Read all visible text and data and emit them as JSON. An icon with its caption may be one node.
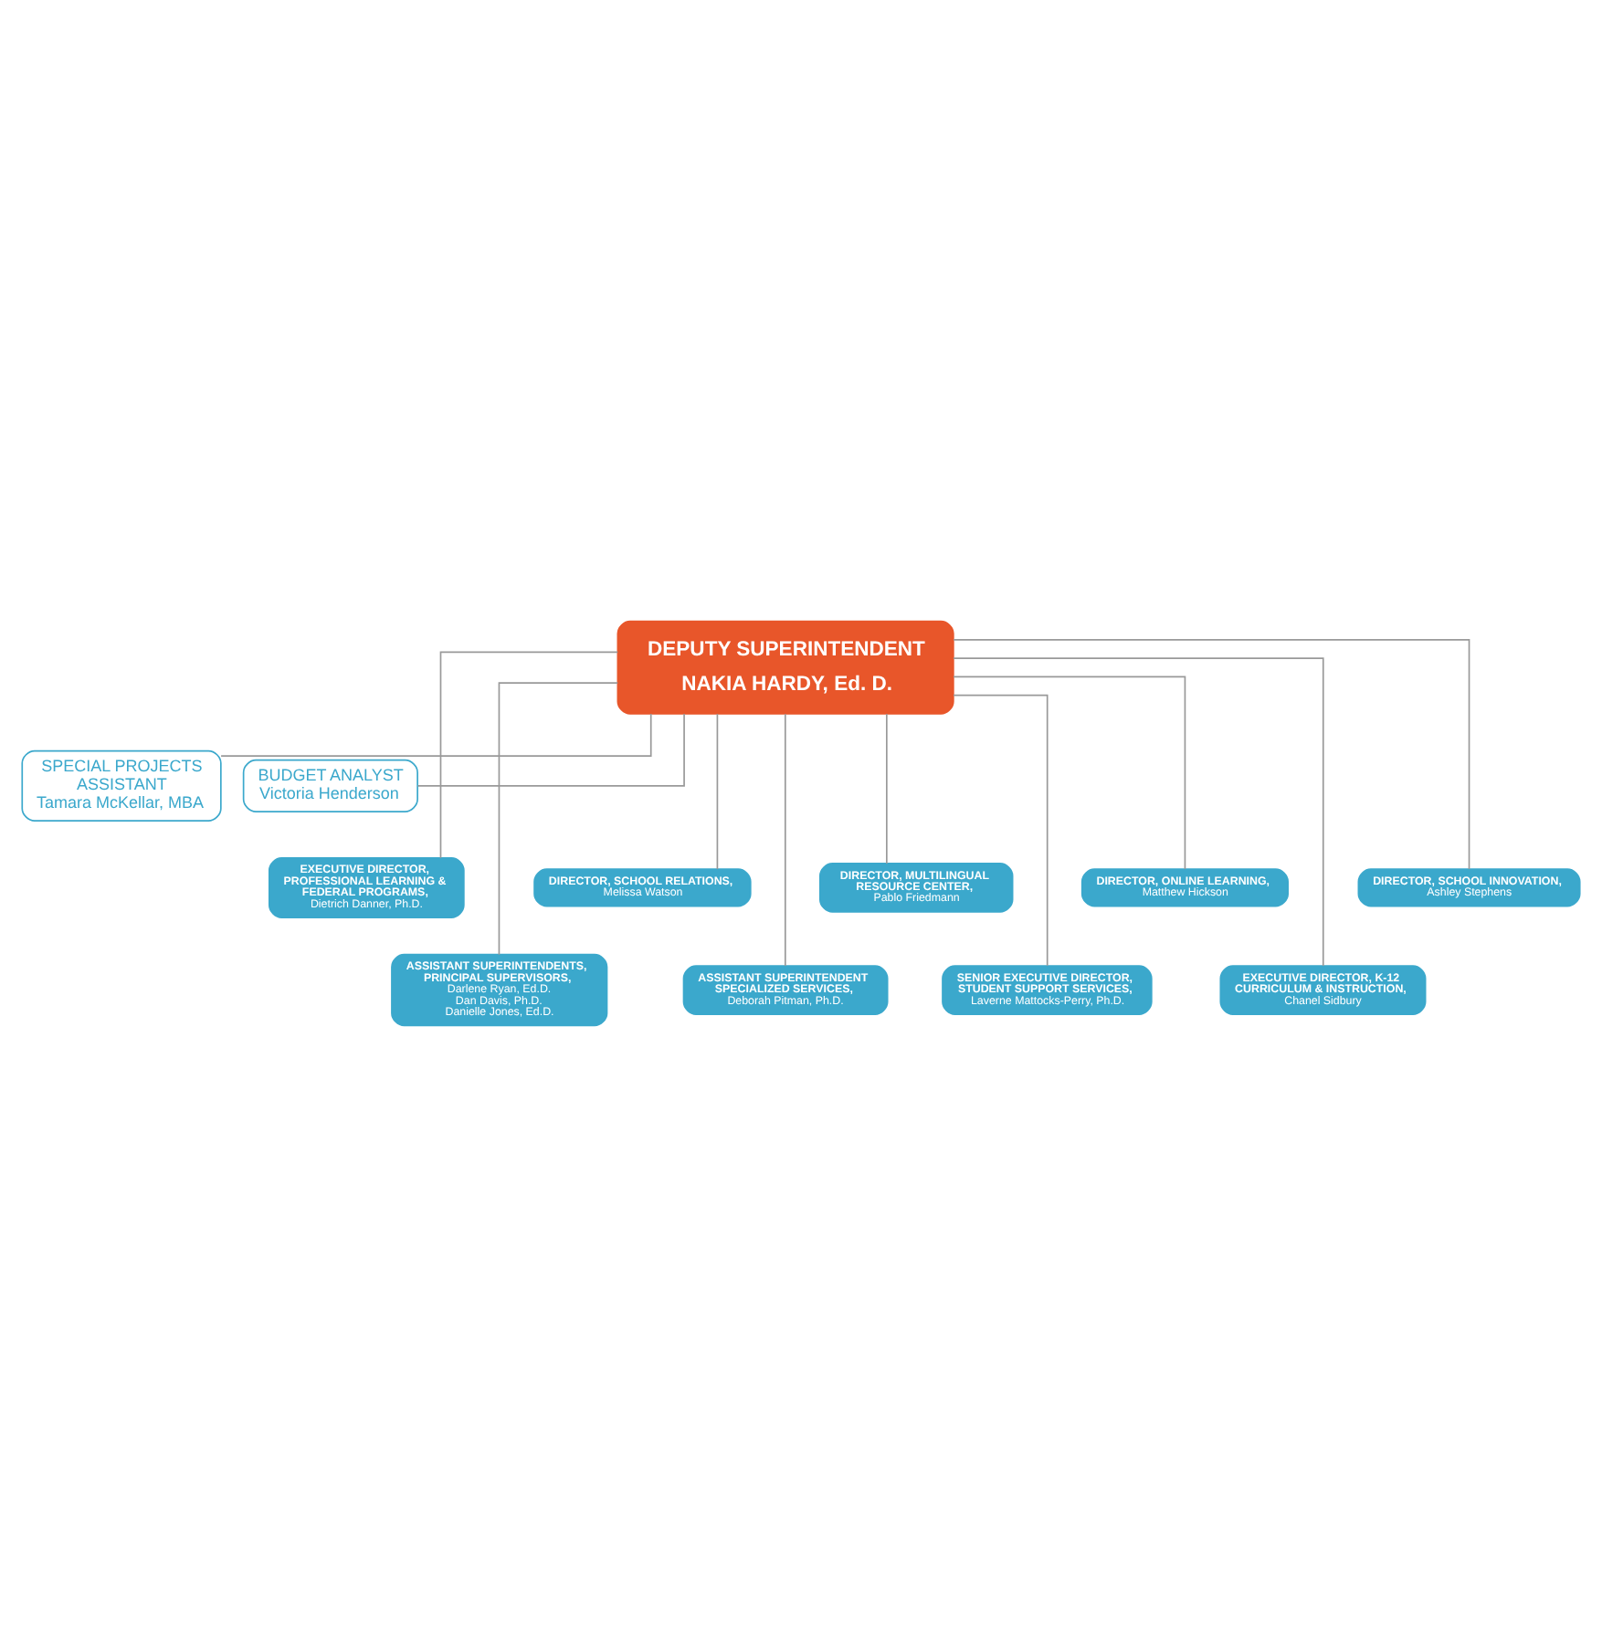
{
  "diagram": {
    "nodes": [
      {
        "text": [
          "DEPUTY SUPERINTENDENT",
          "NAKIA HARDY, Ed. D."
        ]
      },
      {
        "text": [
          "SPECIAL PROJECTS ASSISTANT",
          "Tamara McKellar, MBA"
        ]
      },
      {
        "text": [
          "BUDGET ANALYST",
          "Victoria Henderson"
        ]
      },
      {
        "text": [
          "EXECUTIVE DIRECTOR, PROFESSIONAL LEARNING & FEDERAL PROGRAMS,",
          "Dietrich Danner, Ph.D."
        ]
      },
      {
        "text": [
          "ASSISTANT SUPERINTENDENTS, PRINCIPAL SUPERVISORS,",
          "Darlene Ryan, Ed.D.",
          "Dan Davis, Ph.D.",
          "Danielle Jones, Ed.D."
        ]
      },
      {
        "text": [
          "DIRECTOR, SCHOOL RELATIONS,",
          "Melissa Watson"
        ]
      },
      {
        "text": [
          "ASSISTANT SUPERINTENDENT SPECIALIZED SERVICES,",
          "Deborah Pitman, Ph.D."
        ]
      },
      {
        "text": [
          "DIRECTOR, MULTILINGUAL RESOURCE CENTER,",
          "Pablo Friedmann"
        ]
      },
      {
        "text": [
          "SENIOR EXECUTIVE DIRECTOR, STUDENT SUPPORT SERVICES,",
          "Laverne Mattocks-Perry, Ph.D."
        ]
      },
      {
        "text": [
          "DIRECTOR, ONLINE LEARNING,",
          "Matthew Hickson"
        ]
      },
      {
        "text": [
          "EXECUTIVE DIRECTOR, K-12 CURRICULUM & INSTRUCTION,",
          "Chanel Sidbury"
        ]
      },
      {
        "text": [
          "DIRECTOR, SCHOOL INNOVATION,",
          "Ashley Stephens"
        ]
      }
    ],
    "edges": [
      {
        "from": 0,
        "to": 1,
        "arrow": "none"
      },
      {
        "from": 0,
        "to": 2,
        "arrow": "none"
      },
      {
        "from": 0,
        "to": 3,
        "arrow": "none"
      },
      {
        "from": 0,
        "to": 4,
        "arrow": "none"
      },
      {
        "from": 0,
        "to": 5,
        "arrow": "none"
      },
      {
        "from": 0,
        "to": 6,
        "arrow": "none"
      },
      {
        "from": 0,
        "to": 7,
        "arrow": "none"
      },
      {
        "from": 0,
        "to": 8,
        "arrow": "none"
      },
      {
        "from": 0,
        "to": 9,
        "arrow": "none"
      },
      {
        "from": 0,
        "to": 10,
        "arrow": "none"
      },
      {
        "from": 0,
        "to": 11,
        "arrow": "none"
      }
    ]
  }
}
